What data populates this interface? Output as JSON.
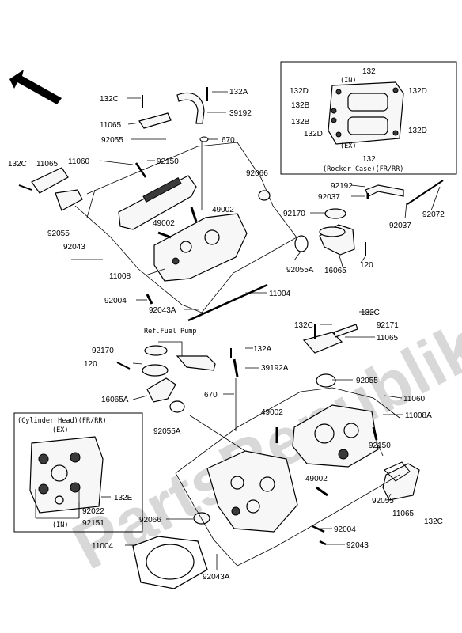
{
  "watermark": "PartsRepublik",
  "labels": {
    "l132c_top": "132C",
    "l132a_top": "132A",
    "l39192": "39192",
    "l11065_top": "11065",
    "l92055_top": "92055",
    "l670_top": "670",
    "l11060_top": "11060",
    "l92150_top": "92150",
    "l132c_left": "132C",
    "l11065_left": "11065",
    "l92066_top": "92066",
    "l49002_a": "49002",
    "l49002_b": "49002",
    "l92055_left": "92055",
    "l92043_top": "92043",
    "l11008": "11008",
    "l92004_top": "92004",
    "l92043a_top": "92043A",
    "l11004_top": "11004",
    "l92055a_top": "92055A",
    "l16065_top": "16065",
    "l120_top": "120",
    "l92170_top": "92170",
    "l92037_a": "92037",
    "l92192": "92192",
    "l92037_b": "92037",
    "l92072": "92072",
    "l132_1": "132",
    "l132_2": "132",
    "l132d_1": "132D",
    "l132d_2": "132D",
    "l132d_3": "132D",
    "l132d_4": "132D",
    "l132b_1": "132B",
    "l132b_2": "132B",
    "in_top": "(IN)",
    "ex_top": "(EX)",
    "rocker_case": "(Rocker Case)(FR/RR)",
    "ref_fuel_pump": "Ref.Fuel Pump",
    "l92170_mid": "92170",
    "l120_mid": "120",
    "l132a_mid": "132A",
    "l39192a": "39192A",
    "l16065a": "16065A",
    "l92055a_mid": "92055A",
    "l670_mid": "670",
    "l132c_mid": "132C",
    "l132c_mid2": "132C",
    "l92171": "92171",
    "l11065_mid": "11065",
    "l92055_mid": "92055",
    "l11060_mid": "11060",
    "l11008a": "11008A",
    "l49002_mid": "49002",
    "l92150_mid": "92150",
    "l49002_low": "49002",
    "l92055_low": "92055",
    "l11065_low": "11065",
    "l132c_low": "132C",
    "l92066_low": "92066",
    "l92004_low": "92004",
    "l92043_low": "92043",
    "l11004_low": "11004",
    "l92043a_low": "92043A",
    "cyl_head": "(Cylinder Head)(FR/RR)",
    "cyl_ex": "(EX)",
    "cyl_in": "(IN)",
    "l132e": "132E",
    "l92022": "92022",
    "l92151": "92151"
  }
}
